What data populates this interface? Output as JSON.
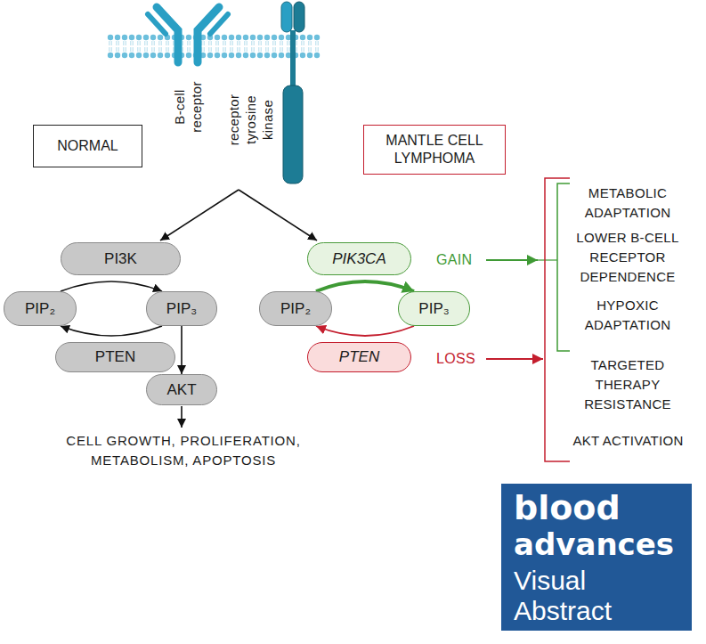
{
  "diagram": {
    "nodes": [
      {
        "text": [
          "NORMAL"
        ]
      },
      {
        "text": [
          "MANTLE CELL LYMPHOMA"
        ]
      },
      {
        "text": [
          "PI3K"
        ]
      },
      {
        "text": [
          "PIP₂"
        ]
      },
      {
        "text": [
          "PIP₃"
        ]
      },
      {
        "text": [
          "PTEN"
        ]
      },
      {
        "text": [
          "AKT"
        ]
      },
      {
        "text": [
          "PIK3CA"
        ]
      },
      {
        "text": [
          "PIP₂"
        ]
      },
      {
        "text": [
          "PIP₃"
        ]
      },
      {
        "text": [
          "PTEN"
        ]
      },
      {
        "text": [
          "blood",
          "advances",
          "Visual Abstract"
        ]
      }
    ],
    "edges": [
      {
        "from": 3,
        "to": 4,
        "arrow": "to"
      },
      {
        "from": 4,
        "to": 3,
        "arrow": "to"
      },
      {
        "from": 4,
        "to": 6,
        "arrow": "to"
      },
      {
        "from": 8,
        "to": 9,
        "arrow": "to"
      },
      {
        "from": 9,
        "to": 8,
        "arrow": "to"
      }
    ],
    "labels": [
      "B-cell receptor",
      "receptor tyrosine kinase",
      "CELL GROWTH, PROLIFERATION, METABOLISM, APOPTOSIS",
      "GAIN",
      "LOSS",
      "METABOLIC ADAPTATION",
      "LOWER B-CELL RECEPTOR DEPENDENCE",
      "HYPOXIC ADAPTATION",
      "TARGETED THERAPY RESISTANCE",
      "AKT ACTIVATION"
    ]
  }
}
